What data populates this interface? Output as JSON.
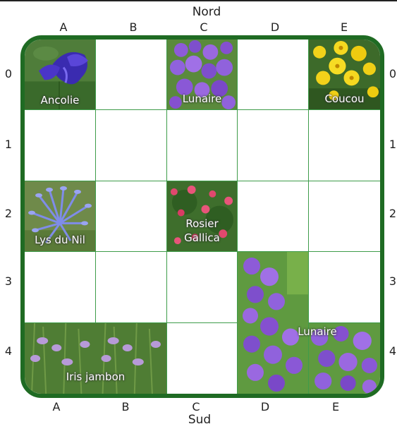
{
  "compass": {
    "north": "Nord",
    "south": "Sud"
  },
  "columns": [
    "A",
    "B",
    "C",
    "D",
    "E"
  ],
  "rows": [
    "0",
    "1",
    "2",
    "3",
    "4"
  ],
  "plants": {
    "ancolie": "Ancolie",
    "lunaire_top": "Lunaire",
    "coucou": "Coucou",
    "lys": "Lys du Nil",
    "rosier": "Rosier Gallica",
    "iris": "Iris jambon",
    "lunaire_bottom": "Lunaire"
  },
  "colors": {
    "border": "#1f6b23",
    "grid": "#3e9c4a"
  }
}
